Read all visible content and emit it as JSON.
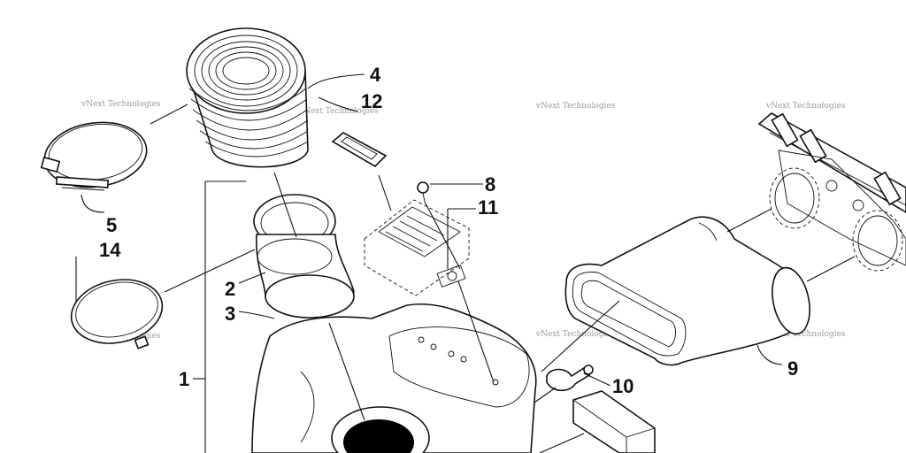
{
  "callouts": {
    "c1": "1",
    "c2": "2",
    "c3": "3",
    "c4": "4",
    "c5": "5",
    "c8": "8",
    "c9": "9",
    "c10": "10",
    "c11": "11",
    "c12": "12",
    "c14": "14"
  },
  "watermark": "vNext Technologies",
  "colors": {
    "ink": "#111111",
    "watermark": "#9a9a9a",
    "background": "#ffffff"
  }
}
